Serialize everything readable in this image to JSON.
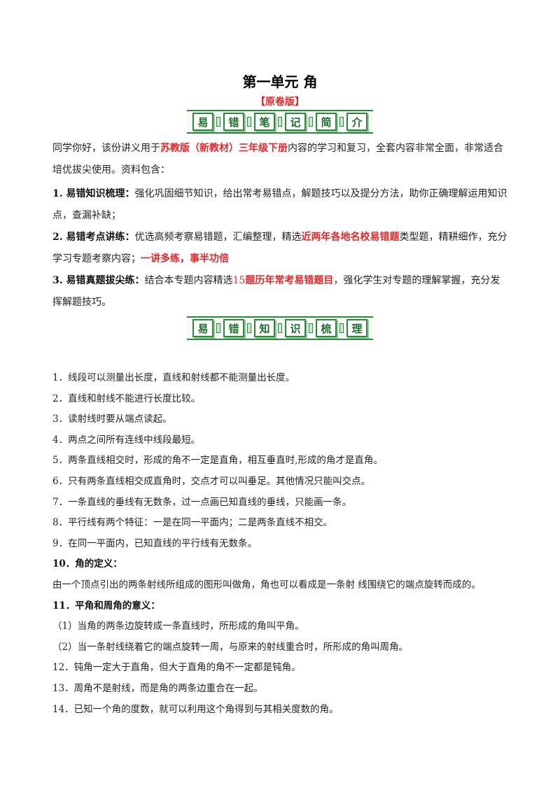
{
  "header": {
    "title": "第一单元 角",
    "subtitle": "【原卷版】"
  },
  "banner1": {
    "chars": [
      "易",
      "错",
      "笔",
      "记",
      "简",
      "介"
    ]
  },
  "intro": {
    "p1": {
      "t1": "同学你好，该份讲义用于",
      "t2": "苏教版（新教材）三年级下册",
      "t3": "内容的学习和复习，全套内容非常全面，非常适合培优拔尖使用。资料包含："
    },
    "item1": {
      "label": "1. 易错知识梳理：",
      "text": "强化巩固细节知识，给出常考易错点，解题技巧以及提分方法，助你正确理解运用知识点，查漏补缺；"
    },
    "item2": {
      "label": "2. 易错考点讲练：",
      "t1": "优选高频考察易错题，汇编整理，精选",
      "t2": "近两年各地名校易错题",
      "t3": "类型题，精耕细作，充分学习专题考察内容；",
      "t4": "一讲多练，事半功倍"
    },
    "item3": {
      "label": "3. 易错真题拔尖练：",
      "t1": "结合本专题内容精选",
      "t2": "15",
      "t3": "题历年常考易错题目",
      "t4": "，强化学生对专题的理解掌握，充分发挥解题技巧。"
    }
  },
  "banner2": {
    "chars": [
      "易",
      "错",
      "知",
      "识",
      "梳",
      "理"
    ]
  },
  "knowledge": [
    "1．线段可以测量出长度，直线和射线都不能测量出长度。",
    "2．直线和射线不能进行长度比较。",
    "3．读射线时要从端点读起。",
    "4．两点之间所有连线中线段最短。",
    "5．两条直线相交时，形成的角不一定是直角，相互垂直时,形成的角才是直角。",
    "6．只有两条直线相交成直角时，交点才可以叫垂足。其他情况只能叫交点。",
    "7．一条直线的垂线有无数条，过一点画已知直线的垂线，只能画一条。",
    "8．平行线有两个特征：一是在同一平面内；二是两条直线不相交。",
    "9．在同一平面内，已知直线的平行线有无数条。",
    "10．角的定义：",
    "由一个顶点引出的两条射线所组成的图形叫做角，角也可以看成是一条射 线围绕它的端点旋转而成的。",
    "11．平角和周角的意义：",
    "（1）当角的两条边旋转成一条直线时，所形成的角叫平角。",
    "（2）当一条射线绕着它的端点旋转一周，与原来的射线重合时，所形成的角叫周角。",
    "12．钝角一定大于直角，但大于直角的角不一定都是钝角。",
    "13．周角不是射线，而是角的两条边重合在一起。",
    "14．已知一个角的度数，就可以利用这个角得到与其相关度数的角。"
  ]
}
